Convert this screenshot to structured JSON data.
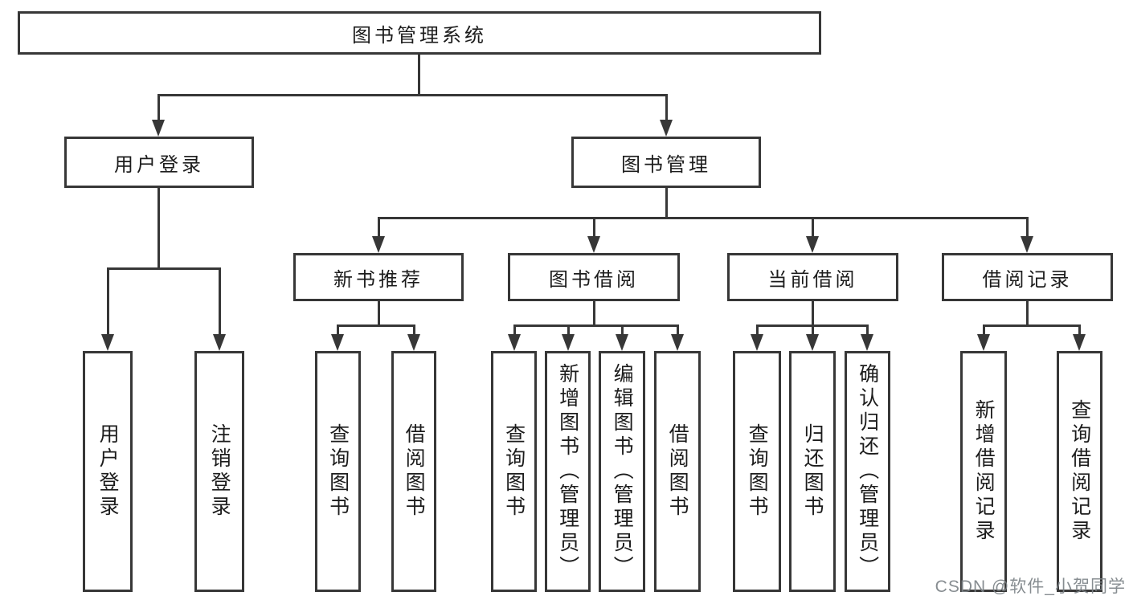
{
  "tree": {
    "label": "图书管理系统",
    "children": [
      {
        "label": "用户登录",
        "children": [
          {
            "label": "用户登录"
          },
          {
            "label": "注销登录"
          }
        ]
      },
      {
        "label": "图书管理",
        "children": [
          {
            "label": "新书推荐",
            "children": [
              {
                "label": "查询图书"
              },
              {
                "label": "借阅图书"
              }
            ]
          },
          {
            "label": "图书借阅",
            "children": [
              {
                "label": "查询图书"
              },
              {
                "label": "新增图书（管理员）"
              },
              {
                "label": "编辑图书（管理员）"
              },
              {
                "label": "借阅图书"
              }
            ]
          },
          {
            "label": "当前借阅",
            "children": [
              {
                "label": "查询图书"
              },
              {
                "label": "归还图书"
              },
              {
                "label": "确认归还（管理员）"
              }
            ]
          },
          {
            "label": "借阅记录",
            "children": [
              {
                "label": "新增借阅记录"
              },
              {
                "label": "查询借阅记录"
              }
            ]
          }
        ]
      }
    ]
  },
  "watermark": {
    "text": "CSDN @软件_小贺同学"
  },
  "colors": {
    "line": "#373737",
    "box_fill": "#ffffff",
    "text": "#1c1c1c",
    "watermark": "#7d8388",
    "background": "#ffffff"
  }
}
